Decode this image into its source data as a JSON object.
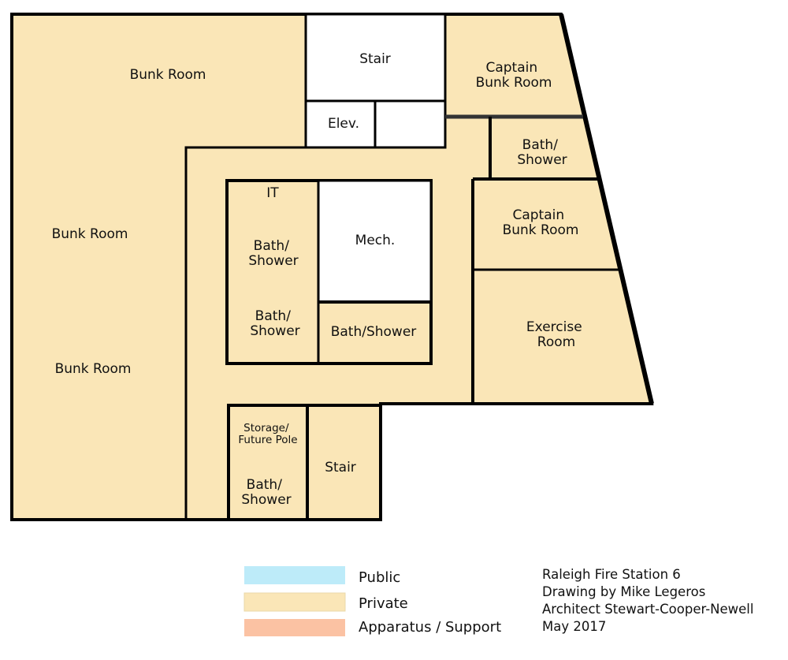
{
  "colors": {
    "private": "#FAE6B7",
    "service": "#FFFFFF",
    "wall": "#000000",
    "public": "#BDEBF9",
    "apparatus": "#FBC2A3"
  },
  "rooms": {
    "bunk_room_top": "Bunk Room",
    "bunk_room_mid": "Bunk Room",
    "bunk_room_low": "Bunk Room",
    "stair_top": "Stair",
    "elev": "Elev.",
    "captain_bunk_room_1": [
      "Captain",
      "Bunk Room"
    ],
    "bath_shower_right": [
      "Bath/",
      "Shower"
    ],
    "captain_bunk_room_2": [
      "Captain",
      "Bunk Room"
    ],
    "exercise_room": [
      "Exercise",
      "Room"
    ],
    "it": "IT",
    "bath_shower_core_1": [
      "Bath/",
      "Shower"
    ],
    "bath_shower_core_2": [
      "Bath/",
      "Shower"
    ],
    "mech": "Mech.",
    "bath_shower_core_3": "Bath/Shower",
    "storage_future_pole": [
      "Storage/",
      "Future Pole"
    ],
    "bath_shower_bottom": [
      "Bath/",
      "Shower"
    ],
    "stair_bottom": "Stair"
  },
  "legend": {
    "public": "Public",
    "private": "Private",
    "apparatus": "Apparatus / Support"
  },
  "credits": {
    "line1": "Raleigh Fire Station 6",
    "line2": "Drawing by Mike Legeros",
    "line3": "Architect Stewart-Cooper-Newell",
    "line4": "May 2017"
  }
}
